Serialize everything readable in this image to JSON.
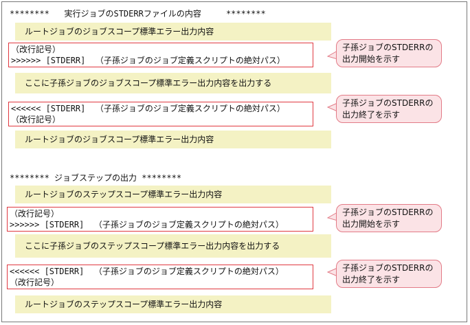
{
  "section1": {
    "title": "********   実行ジョブのSTDERRファイルの内容     ********",
    "root_top": "ルートジョブのジョブスコープ標準エラー出力内容",
    "start_line1": "（改行記号）",
    "start_line2": ">>>>>> [STDERR]  （子孫ジョブのジョブ定義スクリプトの絶対パス）",
    "start_callout_l1": "子孫ジョブのSTDERRの",
    "start_callout_l2": "出力開始を示す",
    "child": "ここに子孫ジョブのジョブスコープ標準エラー出力内容を出力する",
    "end_line1": "<<<<<< [STDERR]  （子孫ジョブのジョブ定義スクリプトの絶対パス）",
    "end_line2": "（改行記号）",
    "end_callout_l1": "子孫ジョブのSTDERRの",
    "end_callout_l2": "出力終了を示す",
    "root_bottom": "ルートジョブのジョブスコープ標準エラー出力内容"
  },
  "section2": {
    "title": "******** ジョブステップの出力 ********",
    "root_top": "ルートジョブのステップスコープ標準エラー出力内容",
    "start_line1": "（改行記号）",
    "start_line2": ">>>>>> [STDERR]  （子孫ジョブのジョブ定義スクリプトの絶対パス）",
    "start_callout_l1": "子孫ジョブのSTDERRの",
    "start_callout_l2": "出力開始を示す",
    "child": "ここに子孫ジョブのステップスコープ標準エラー出力内容を出力する",
    "end_line1": "<<<<<< [STDERR]  （子孫ジョブのジョブ定義スクリプトの絶対パス）",
    "end_line2": "（改行記号）",
    "end_callout_l1": "子孫ジョブのSTDERRの",
    "end_callout_l2": "出力終了を示す",
    "root_bottom": "ルートジョブのステップスコープ標準エラー出力内容"
  },
  "colors": {
    "band": "#f4f2c4",
    "marker_border": "#e0373f",
    "callout_fill": "#fbe3e6",
    "callout_border": "#e27a86"
  }
}
